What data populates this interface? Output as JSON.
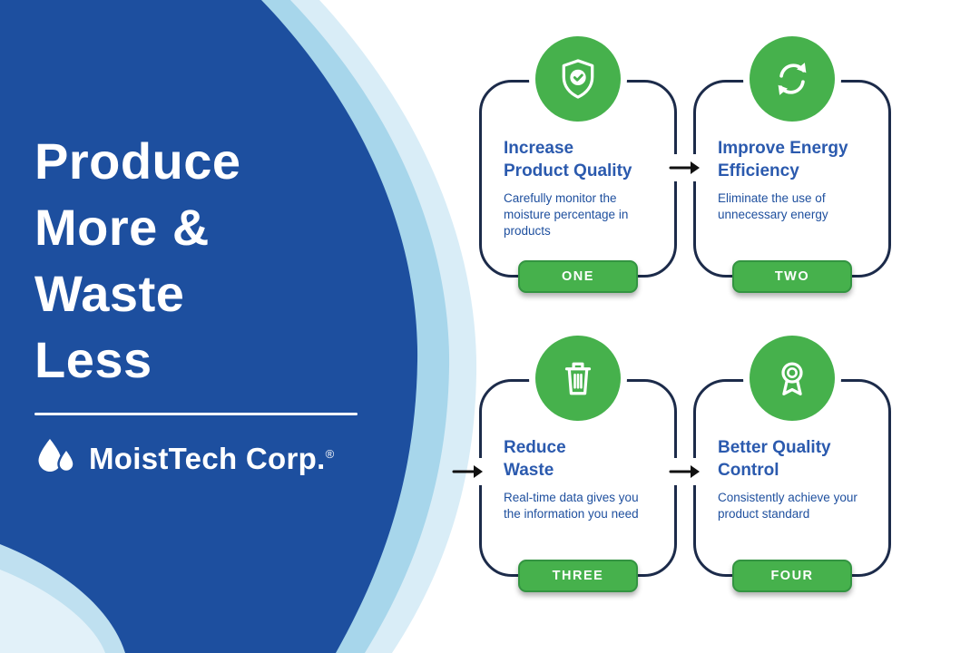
{
  "left_panel": {
    "title": "Produce\nMore &\nWaste\nLess",
    "brand_name": "MoistTech Corp.",
    "registered_mark": "®",
    "colors": {
      "panel_blue": "#1d4f9f",
      "stripe_mid": "#a7d6eb",
      "stripe_light": "#d9edf7"
    }
  },
  "infographic": {
    "colors": {
      "accent_green": "#46b14c",
      "heading_blue": "#2b5aae",
      "body_blue": "#1e4f9e",
      "outline_navy": "#1c2b4a",
      "arrow_black": "#111111"
    },
    "steps": [
      {
        "number_label": "ONE",
        "icon": "shield-check-icon",
        "title": "Increase\nProduct Quality",
        "description": "Carefully monitor the moisture percentage in products"
      },
      {
        "number_label": "TWO",
        "icon": "refresh-icon",
        "title": "Improve Energy\nEfficiency",
        "description": "Eliminate the use of unnecessary energy"
      },
      {
        "number_label": "THREE",
        "icon": "trash-icon",
        "title": "Reduce\nWaste",
        "description": "Real-time data gives you the information you need"
      },
      {
        "number_label": "FOUR",
        "icon": "award-icon",
        "title": "Better Quality\nControl",
        "description": "Consistently achieve your product standard"
      }
    ]
  }
}
